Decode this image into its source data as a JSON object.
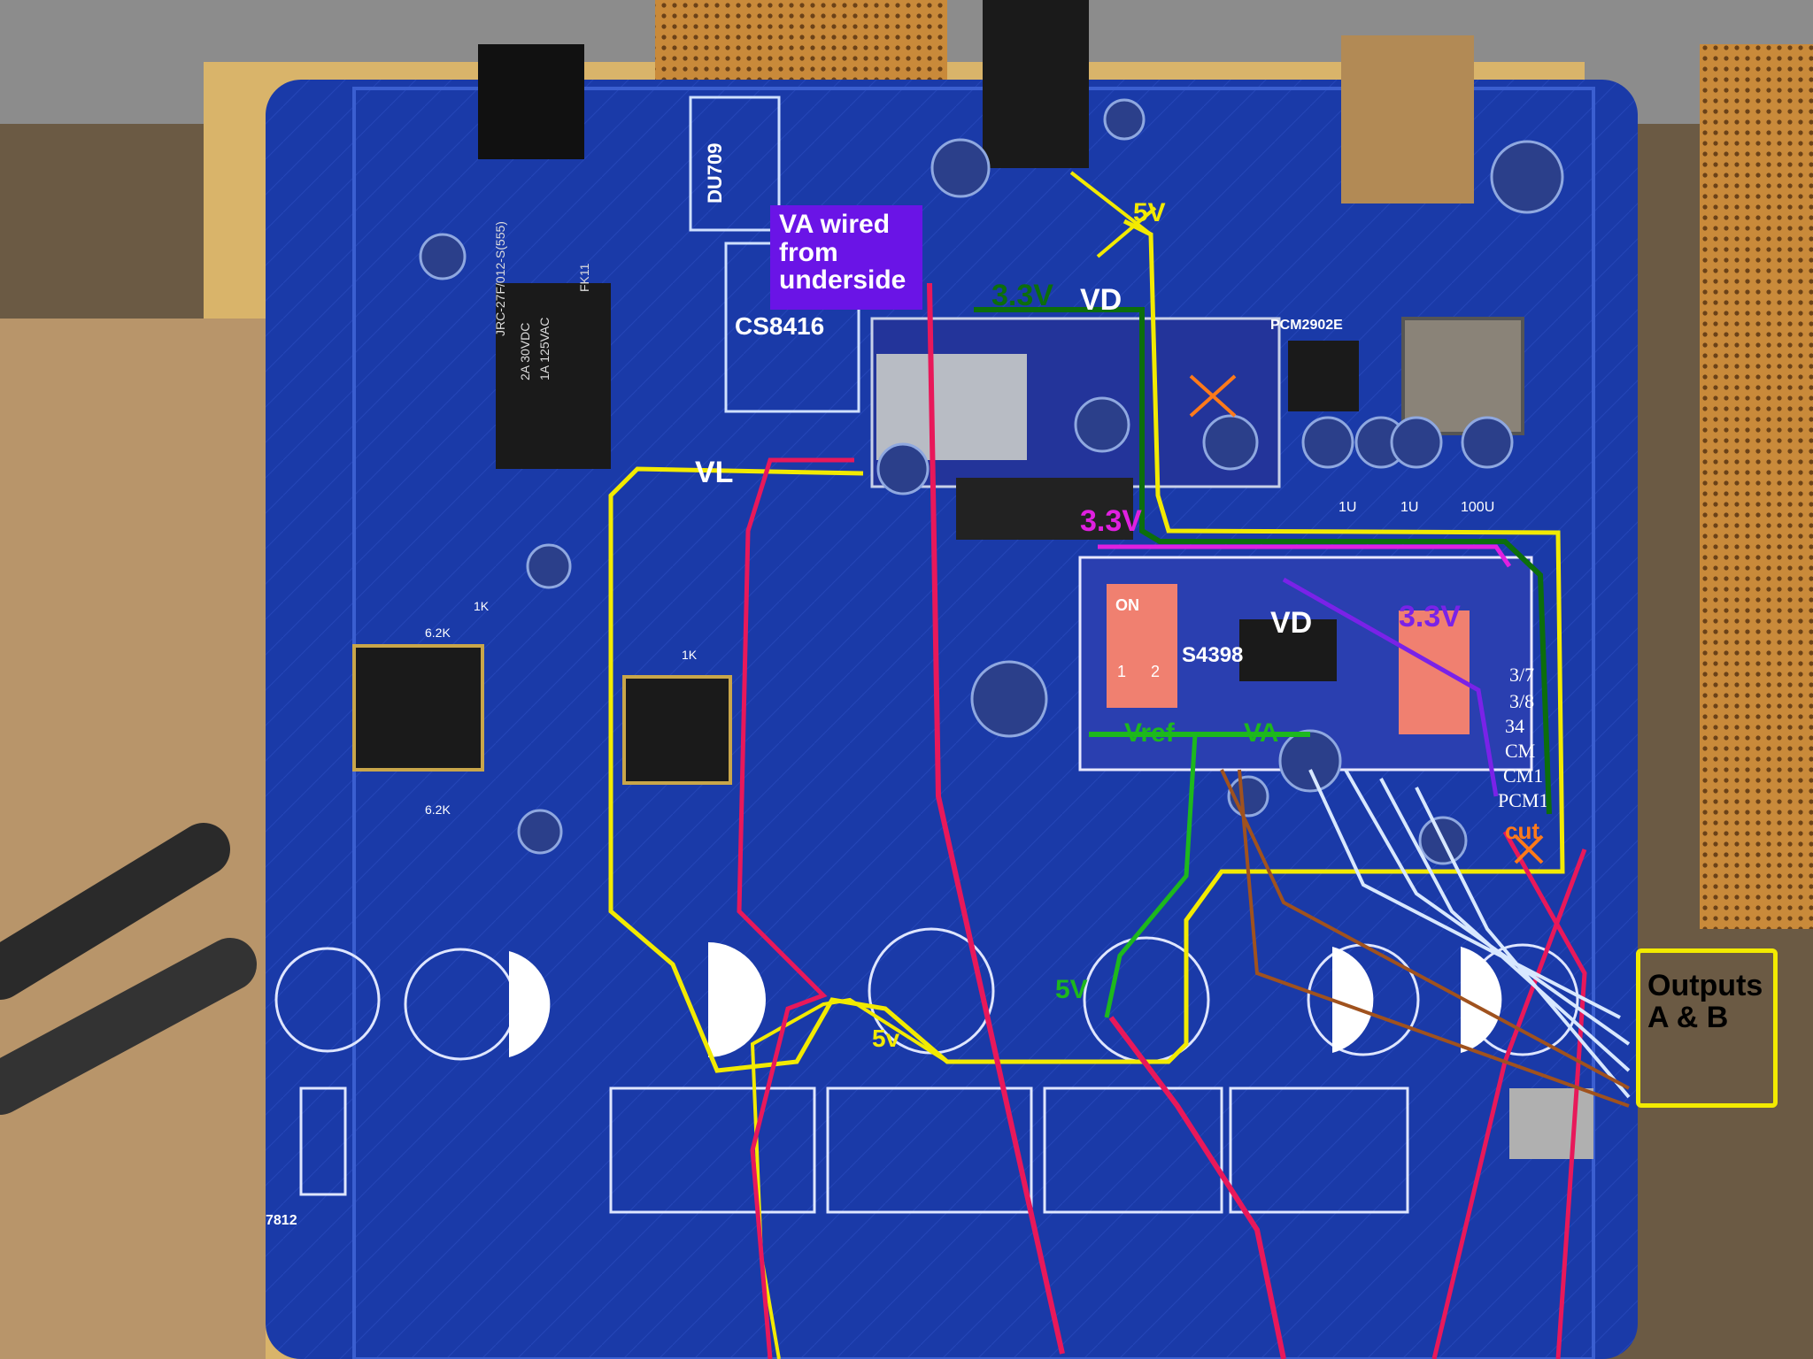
{
  "photo": {
    "board_markings": {
      "receiver_chip": "CS8416",
      "module_chip": "DU709",
      "usb_chip": "PCM2902E",
      "dac_chip": "S4398",
      "relay_text": [
        "JRC-27F/012-S(555)",
        "2A 30VDC",
        "1A 125VAC"
      ],
      "relay_code": "FK11",
      "regulator": "7812",
      "dip_switch": "ON",
      "dip_numbers": [
        "1",
        "2"
      ],
      "cap_values": [
        "1U",
        "1U",
        "100U"
      ],
      "resistor_values": [
        "1K",
        "6.2K",
        "1K",
        "6.2K"
      ],
      "pin_labels": [
        "3/7",
        "3/8",
        "34",
        "CM",
        "CM1",
        "PCM1"
      ]
    }
  },
  "annotations": {
    "va_note": [
      "VA wired",
      "from",
      "underside"
    ],
    "outputs_note": [
      "Outputs",
      "A & B"
    ],
    "labels": {
      "5v_top": "5V",
      "3v3_top": "3.3V",
      "vd_top": "VD",
      "vl": "VL",
      "3v3_mid": "3.3V",
      "vd_dac": "VD",
      "3v3_right": "3.3V",
      "vref": "Vref",
      "va": "VA",
      "cut": "cut",
      "5v_left": "5v",
      "5v_green": "5V"
    },
    "colors": {
      "yellow": "#f2ea00",
      "green": "#1db81d",
      "dark_green": "#0c6e0c",
      "magenta": "#e020e0",
      "purple": "#7a22e8",
      "red": "#e8185a",
      "orange": "#ff7a1a",
      "white": "#ffffff"
    }
  }
}
